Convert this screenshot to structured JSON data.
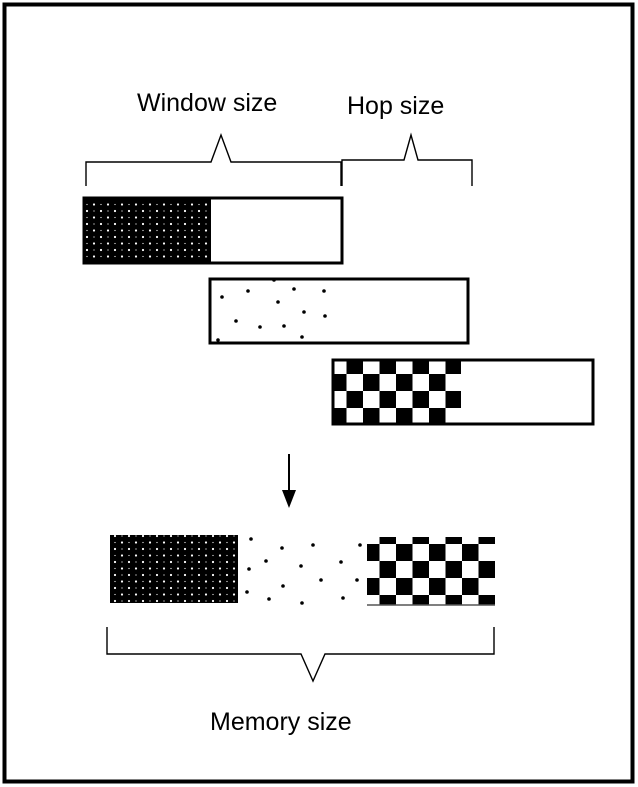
{
  "labels": {
    "window_size": "Window size",
    "hop_size": "Hop size",
    "memory_size": "Memory size"
  },
  "colors": {
    "ink": "#000000",
    "background": "#ffffff"
  }
}
